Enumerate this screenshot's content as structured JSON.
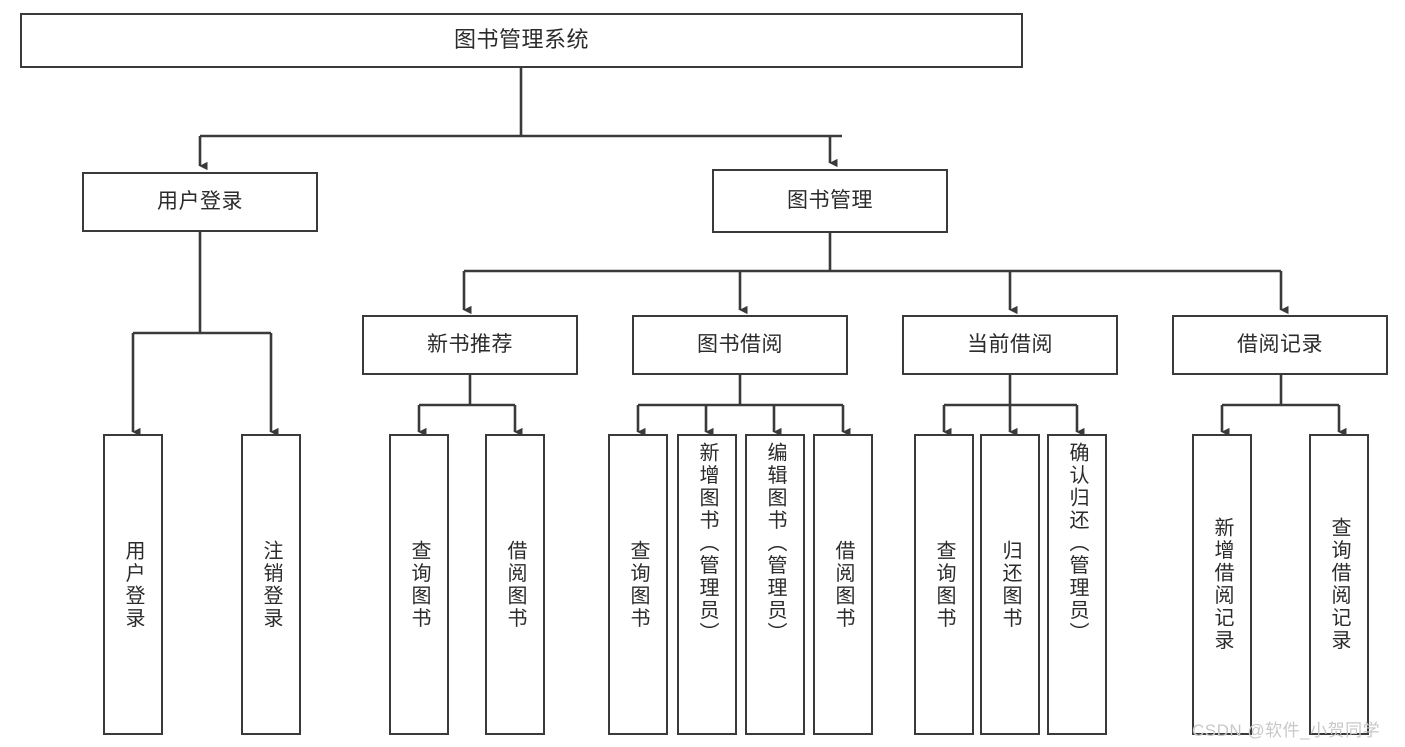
{
  "diagram": {
    "title_text": "图书管理系统",
    "type": "tree-hierarchy-chart",
    "nodes": {
      "root": {
        "label": "图书管理系统"
      },
      "level1": [
        {
          "label": "用户登录"
        },
        {
          "label": "图书管理"
        }
      ],
      "level2": [
        {
          "label": "新书推荐"
        },
        {
          "label": "图书借阅"
        },
        {
          "label": "当前借阅"
        },
        {
          "label": "借阅记录"
        }
      ],
      "leaves_user_login": [
        {
          "label": "用户登录"
        },
        {
          "label": "注销登录"
        }
      ],
      "leaves_new_book": [
        {
          "label": "查询图书"
        },
        {
          "label": "借阅图书"
        }
      ],
      "leaves_borrow": [
        {
          "label": "查询图书"
        },
        {
          "label": "新增图书（管理员）"
        },
        {
          "label": "编辑图书（管理员）"
        },
        {
          "label": "借阅图书"
        }
      ],
      "leaves_current": [
        {
          "label": "查询图书"
        },
        {
          "label": "归还图书"
        },
        {
          "label": "确认归还（管理员）"
        }
      ],
      "leaves_record": [
        {
          "label": "新增借阅记录"
        },
        {
          "label": "查询借阅记录"
        }
      ]
    },
    "watermark": "CSDN @软件_小贺同学",
    "colors": {
      "background": "#ffffff",
      "node_border": "#3a3a3a",
      "node_fill": "#ffffff",
      "connector": "#3a3a3a",
      "text": "#2b2b2b",
      "watermark": "#c8c8c8"
    }
  }
}
